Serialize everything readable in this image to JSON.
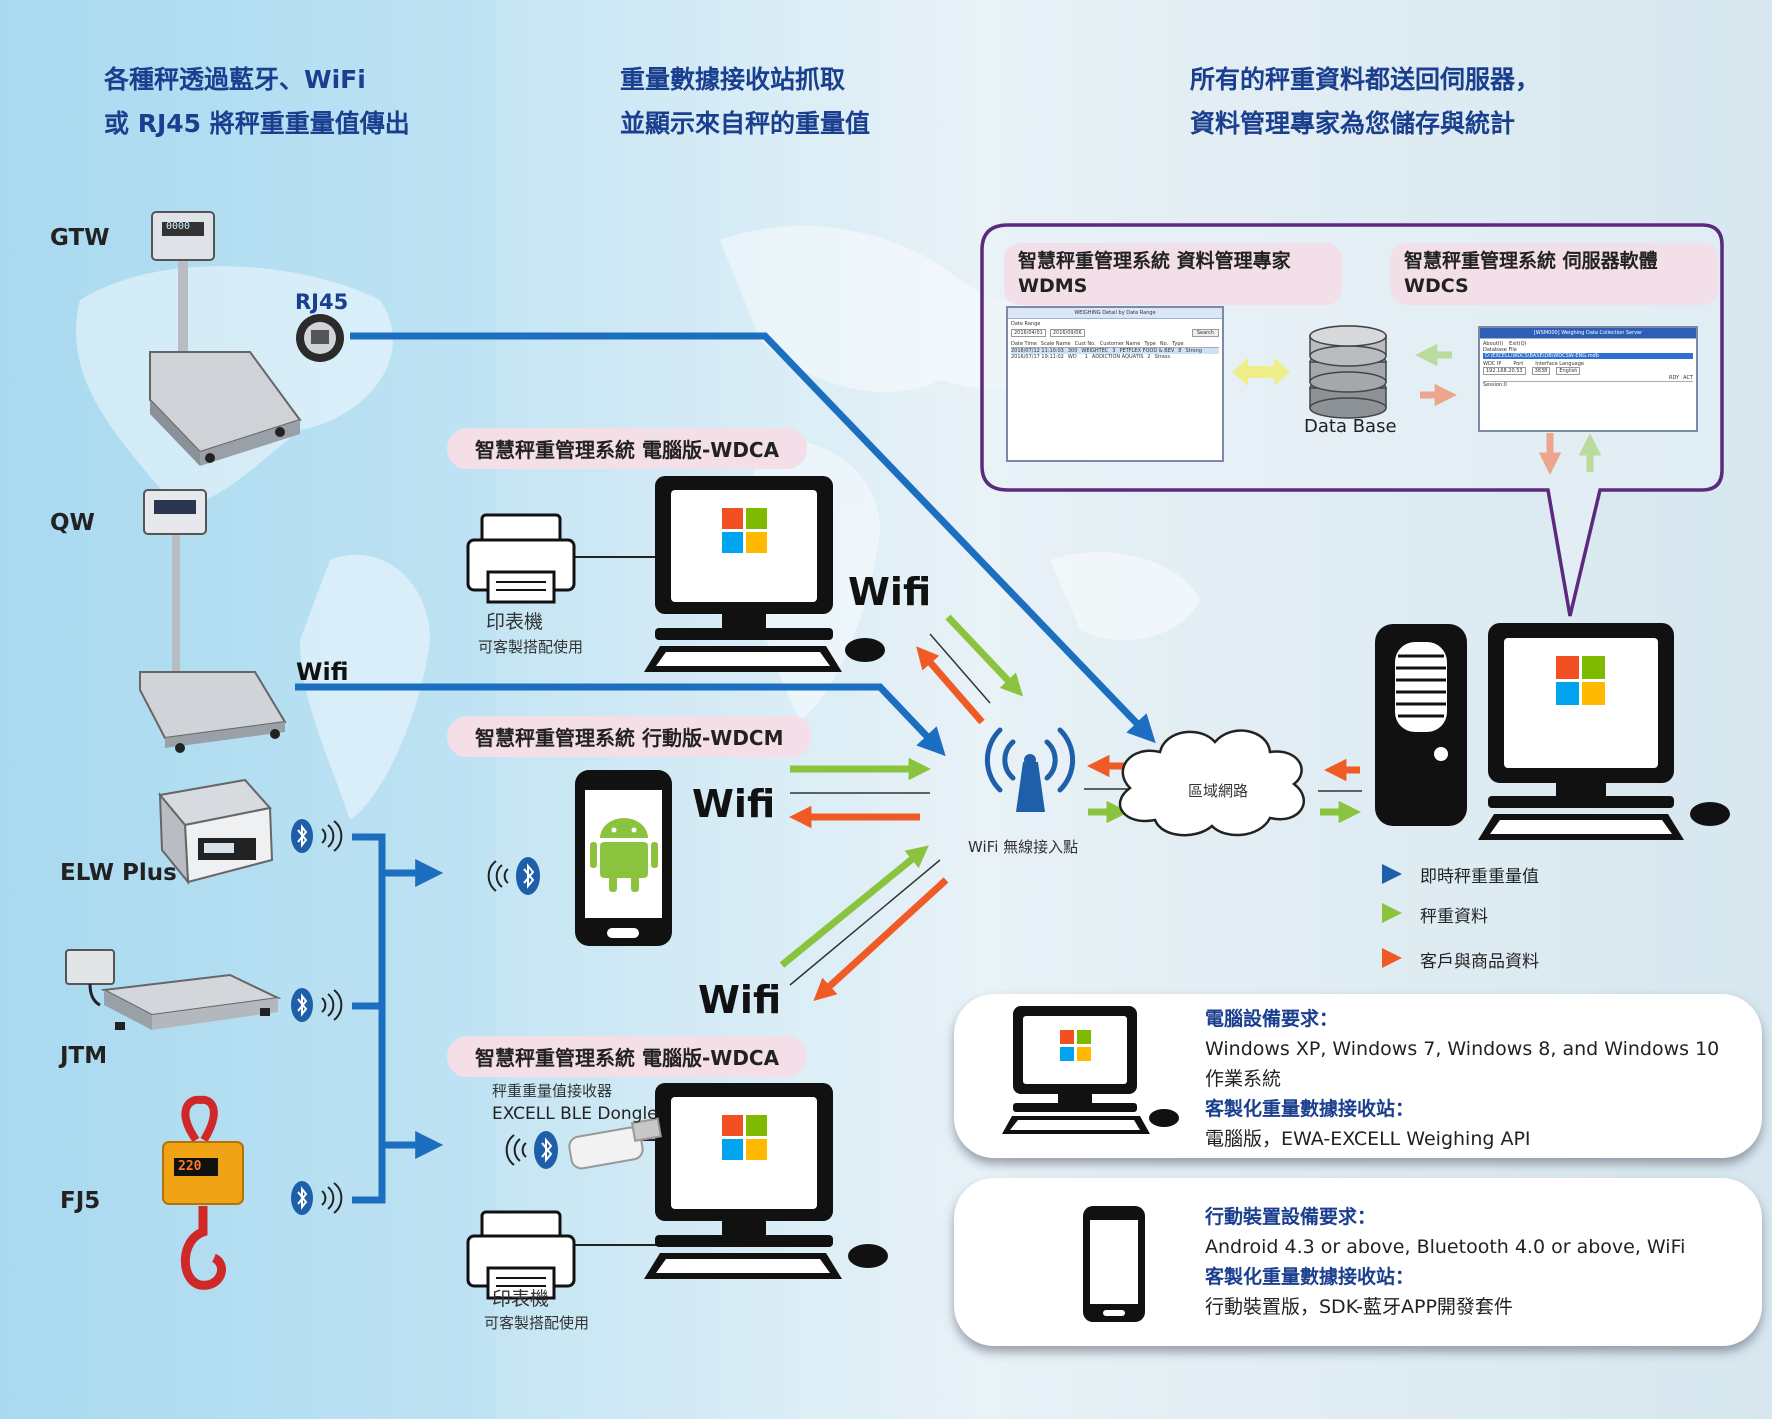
{
  "headings": {
    "col1_line1": "各種秤透過藍牙、WiFi",
    "col1_line2": "或 RJ45 將秤重重量值傳出",
    "col2_line1": "重量數據接收站抓取",
    "col2_line2": "並顯示來自秤的重量值",
    "col3_line1": "所有的秤重資料都送回伺服器，",
    "col3_line2": "資料管理專家為您儲存與統計"
  },
  "scales": {
    "gtw": "GTW",
    "qw": "QW",
    "elw": "ELW Plus",
    "jtm": "JTM",
    "fj5": "FJ5",
    "gtw_display": "0000",
    "fj5_display": "220"
  },
  "connections": {
    "rj45": "RJ45",
    "wifi": "Wifi"
  },
  "stations": {
    "wdca_top": "智慧秤重管理系統 電腦版-WDCA",
    "wdcm": "智慧秤重管理系統 行動版-WDCM",
    "wdca_bottom": "智慧秤重管理系統 電腦版-WDCA",
    "printer": "印表機",
    "printer_note": "可客製搭配使用",
    "dongle_line1": "秤重重量值接收器",
    "dongle_line2": "EXCELL BLE Dongle"
  },
  "network": {
    "access_point": "WiFi 無線接入點",
    "lan": "區域網路"
  },
  "server_panel": {
    "wdms_title": "智慧秤重管理系統  資料管理專家",
    "wdms_code": "WDMS",
    "wdcs_title": "智慧秤重管理系統  伺服器軟體",
    "wdcs_code": "WDCS",
    "database": "Data Base",
    "wdms_window": {
      "title": "WEIGHING Detail by Date Range",
      "section": "Date Range",
      "from": "2016/04/01",
      "to": "2016/09/06",
      "search": "Search",
      "columns": [
        "Date Time",
        "Scale Name",
        "Cust No.",
        "Customer Name",
        "Type",
        "No.",
        "Type"
      ],
      "rows": [
        [
          "2016/07/12 11:10:03",
          "300",
          "WEIGHTEC",
          "3",
          "PETFLEX FOOD & BEV",
          "8",
          "Strong"
        ],
        [
          "2016/07/17 19:11:02",
          "WD",
          "",
          "1",
          "ADDICTION AQUATIS",
          "2",
          "Strass"
        ]
      ]
    },
    "wdcs_window": {
      "title": "[WSM000] Weighing Data Collection Server",
      "menu": [
        "About(I)",
        "Exit(Q)"
      ],
      "db_label": "Database File",
      "db_path": "D:\\EXCELL\\WDCS\\BASE\\DB\\WDCSW-ENG.mdb",
      "ip_label": "WDC IP",
      "ip_value": "192.168.20.53",
      "port_label": "Port",
      "port_value": "3838",
      "lang_label": "Interface Language",
      "lang_value": "English",
      "status_labels": [
        "RDY",
        "ACT"
      ],
      "session": "Session:0"
    }
  },
  "legend": {
    "blue": "即時秤重重量值",
    "green": "秤重資料",
    "orange": "客戶與商品資料"
  },
  "requirements": {
    "pc_h1": "電腦設備要求：",
    "pc_t1": "Windows XP, Windows 7, Windows 8, and Windows 10",
    "pc_t2": "作業系統",
    "pc_h2": "客製化重量數據接收站：",
    "pc_t3": "電腦版，EWA-EXCELL Weighing API",
    "mobile_h1": "行動裝置設備要求：",
    "mobile_t1": "Android 4.3 or above, Bluetooth 4.0 or above, WiFi",
    "mobile_h2": "客製化重量數據接收站：",
    "mobile_t2": "行動裝置版，SDK-藍牙APP開發套件"
  },
  "colors": {
    "blue_line": "#1c6fc0",
    "green_arrow": "#8ac43f",
    "orange_arrow": "#f05a24",
    "heading_blue": "#1a3f8f",
    "panel_border": "#5b2a7e"
  }
}
